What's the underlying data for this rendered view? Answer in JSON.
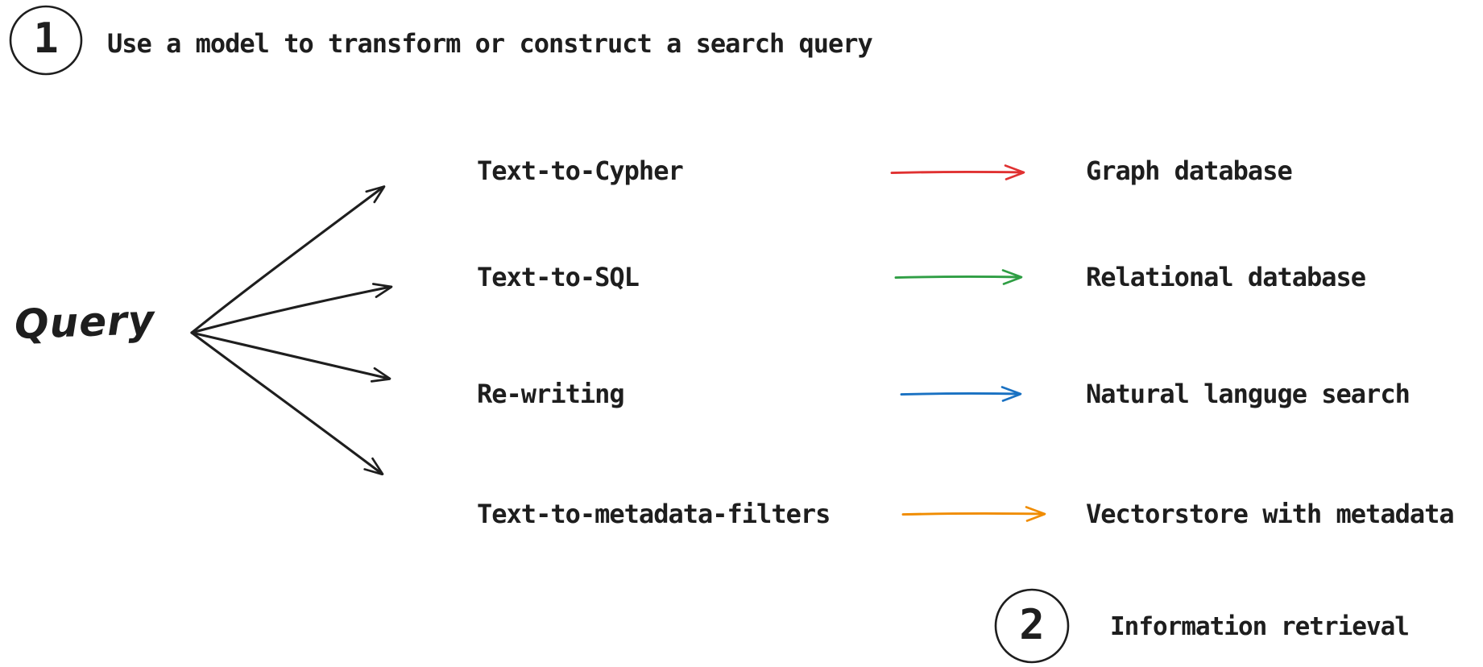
{
  "step1": {
    "number": "1",
    "label": "Use a model to transform or construct a search query"
  },
  "query": {
    "label": "Query"
  },
  "rows": [
    {
      "method": "Text-to-Cypher",
      "target": "Graph database",
      "color": "#e03131"
    },
    {
      "method": "Text-to-SQL",
      "target": "Relational database",
      "color": "#2f9e44"
    },
    {
      "method": "Re-writing",
      "target": "Natural languge search",
      "color": "#1971c2"
    },
    {
      "method": "Text-to-metadata-filters",
      "target": "Vectorstore with metadata",
      "color": "#f08c00"
    }
  ],
  "step2": {
    "number": "2",
    "label": "Information retrieval"
  },
  "colors": {
    "ink": "#1e1e1e",
    "background": "#ffffff"
  }
}
